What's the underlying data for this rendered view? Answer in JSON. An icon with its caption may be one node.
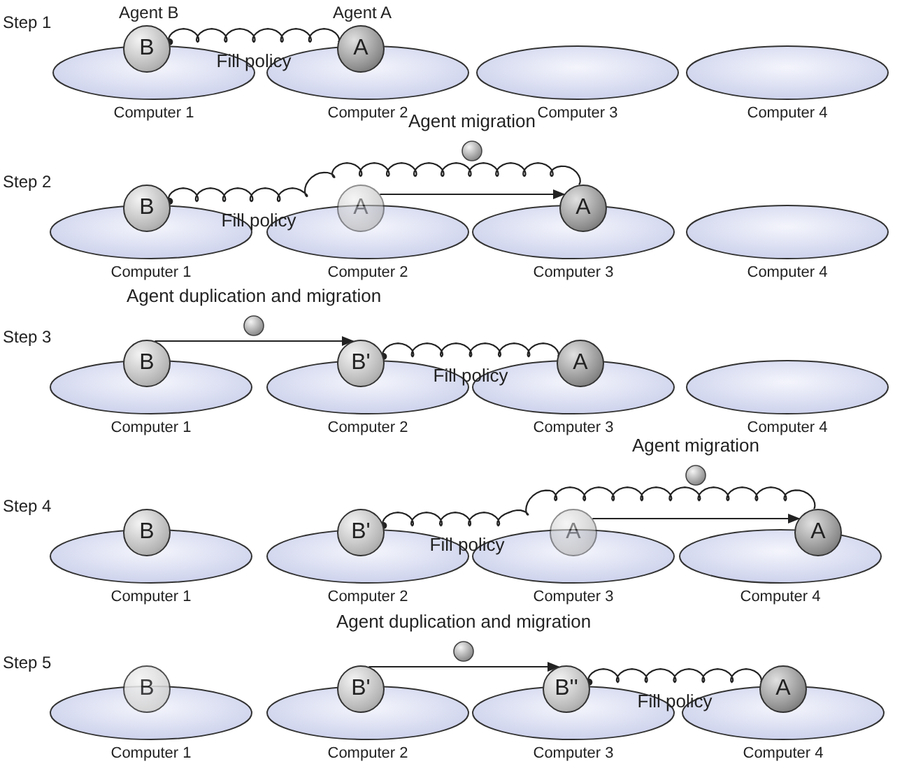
{
  "diagram": {
    "nodes": [
      {
        "text": [
          "Computer 1"
        ]
      },
      {
        "text": [
          "B"
        ],
        "beside": [
          "Agent B"
        ]
      },
      {
        "text": [
          "Computer 2"
        ]
      },
      {
        "text": [
          "A"
        ],
        "beside": [
          "Agent A"
        ]
      },
      {
        "text": [
          "Computer 3"
        ]
      },
      {
        "text": [
          "Computer 4"
        ]
      },
      {
        "text": [
          "Computer 1"
        ]
      },
      {
        "text": [
          "B"
        ]
      },
      {
        "text": [
          "Computer 2"
        ]
      },
      {
        "text": [
          "A"
        ]
      },
      {
        "text": [
          "Computer 3"
        ]
      },
      {
        "text": [
          "A"
        ]
      },
      {
        "text": [
          "Computer 4"
        ]
      },
      {
        "text": [
          "Computer 1"
        ]
      },
      {
        "text": [
          "B"
        ]
      },
      {
        "text": [
          "Computer 2"
        ]
      },
      {
        "text": [
          "B'"
        ]
      },
      {
        "text": [
          "Computer 3"
        ]
      },
      {
        "text": [
          "A"
        ]
      },
      {
        "text": [
          "Computer 4"
        ]
      },
      {
        "text": [
          "Computer 1"
        ]
      },
      {
        "text": [
          "B"
        ]
      },
      {
        "text": [
          "Computer 2"
        ]
      },
      {
        "text": [
          "B'"
        ]
      },
      {
        "text": [
          "Computer 3"
        ]
      },
      {
        "text": [
          "A"
        ]
      },
      {
        "text": [
          "Computer 4"
        ]
      },
      {
        "text": [
          "A"
        ]
      },
      {
        "text": [
          "Computer 1"
        ]
      },
      {
        "text": [
          "B"
        ]
      },
      {
        "text": [
          "Computer 2"
        ]
      },
      {
        "text": [
          "B'"
        ]
      },
      {
        "text": [
          "Computer 3"
        ]
      },
      {
        "text": [
          "B''"
        ]
      },
      {
        "text": [
          "Computer 4"
        ]
      },
      {
        "text": [
          "A"
        ]
      }
    ],
    "edges": [
      {
        "from": 1,
        "to": 3,
        "arrow": "other",
        "label": "Fill policy"
      },
      {
        "from": 9,
        "to": 11,
        "arrow": "to",
        "label": "Agent migration"
      },
      {
        "from": 7,
        "to": 11,
        "arrow": "other",
        "label": "Fill policy"
      },
      {
        "from": 14,
        "to": 16,
        "arrow": "to",
        "label": "Agent duplication and migration"
      },
      {
        "from": 16,
        "to": 18,
        "arrow": "other",
        "label": "Fill policy"
      },
      {
        "from": 25,
        "to": 27,
        "arrow": "to",
        "label": "Agent migration"
      },
      {
        "from": 23,
        "to": 27,
        "arrow": "other",
        "label": "Fill policy"
      },
      {
        "from": 31,
        "to": 33,
        "arrow": "to",
        "label": "Agent duplication and migration"
      },
      {
        "from": 33,
        "to": 35,
        "arrow": "other",
        "label": "Fill policy"
      }
    ],
    "labels": [
      "Step 1",
      "Step 2",
      "Step 3",
      "Step 4",
      "Step 5"
    ]
  }
}
